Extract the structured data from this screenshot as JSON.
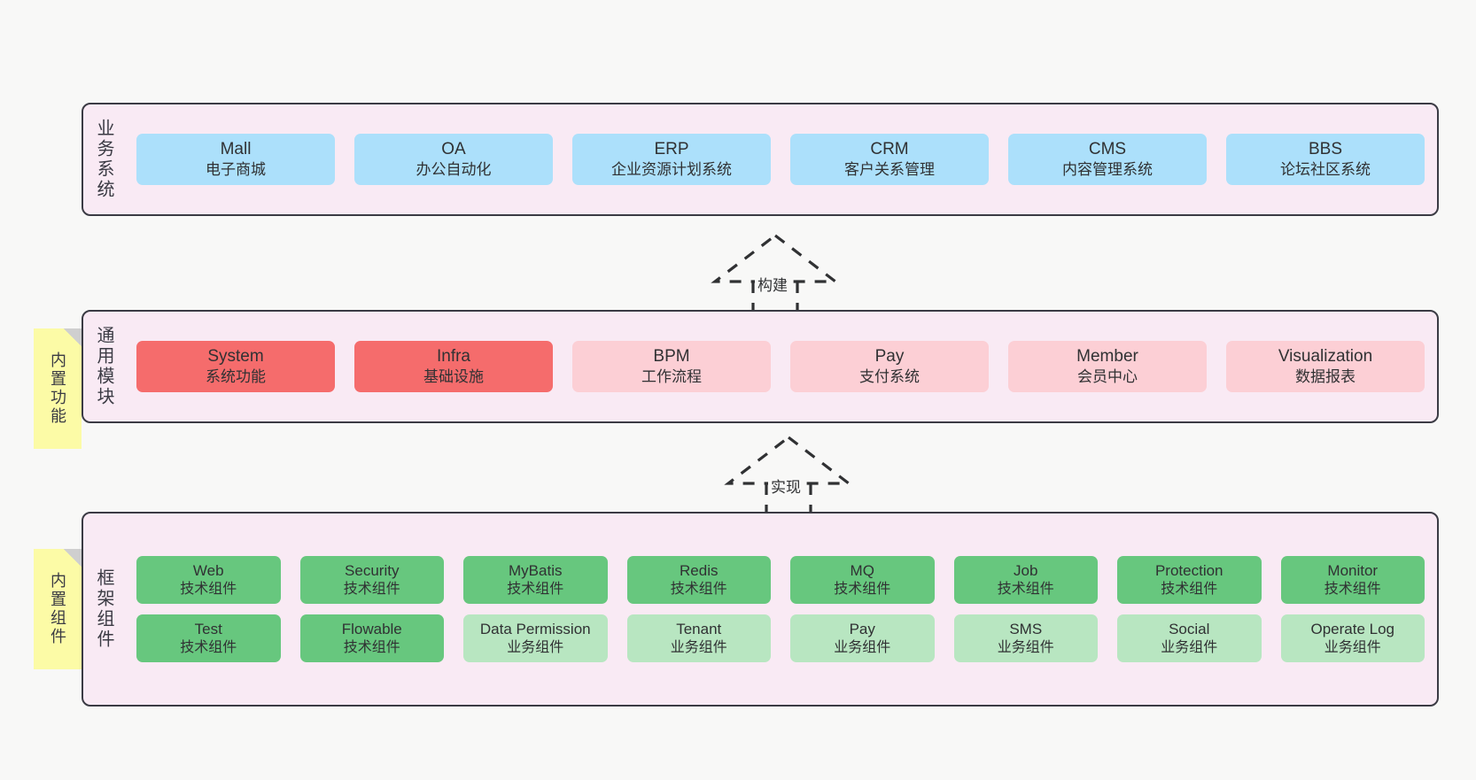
{
  "diagram": {
    "background_color": "#f8f8f7",
    "panel_color": "#f9eaf4",
    "panel_border_color": "#3b3b44",
    "note_color": "#fcfba6"
  },
  "layers": [
    {
      "id": "business-systems",
      "title": "业务系统",
      "note": null,
      "rows": [
        {
          "style": "blue",
          "color": "#ace0fb",
          "cards": [
            {
              "en": "Mall",
              "cn": "电子商城"
            },
            {
              "en": "OA",
              "cn": "办公自动化"
            },
            {
              "en": "ERP",
              "cn": "企业资源计划系统"
            },
            {
              "en": "CRM",
              "cn": "客户关系管理"
            },
            {
              "en": "CMS",
              "cn": "内容管理系统"
            },
            {
              "en": "BBS",
              "cn": "论坛社区系统"
            }
          ]
        }
      ]
    },
    {
      "id": "common-modules",
      "title": "通用模块",
      "note": "内置功能",
      "rows": [
        {
          "style": "mixed",
          "cards": [
            {
              "en": "System",
              "cn": "系统功能",
              "color": "#f56c6c",
              "tone": "red"
            },
            {
              "en": "Infra",
              "cn": "基础设施",
              "color": "#f56c6c",
              "tone": "red"
            },
            {
              "en": "BPM",
              "cn": "工作流程",
              "color": "#fccfd5",
              "tone": "pink"
            },
            {
              "en": "Pay",
              "cn": "支付系统",
              "color": "#fccfd5",
              "tone": "pink"
            },
            {
              "en": "Member",
              "cn": "会员中心",
              "color": "#fccfd5",
              "tone": "pink"
            },
            {
              "en": "Visualization",
              "cn": "数据报表",
              "color": "#fccfd5",
              "tone": "pink"
            }
          ]
        }
      ]
    },
    {
      "id": "framework-components",
      "title": "框架组件",
      "note": "内置组件",
      "rows": [
        {
          "style": "green",
          "color": "#67c77e",
          "cards": [
            {
              "en": "Web",
              "cn": "技术组件"
            },
            {
              "en": "Security",
              "cn": "技术组件"
            },
            {
              "en": "MyBatis",
              "cn": "技术组件"
            },
            {
              "en": "Redis",
              "cn": "技术组件"
            },
            {
              "en": "MQ",
              "cn": "技术组件"
            },
            {
              "en": "Job",
              "cn": "技术组件"
            },
            {
              "en": "Protection",
              "cn": "技术组件"
            },
            {
              "en": "Monitor",
              "cn": "技术组件"
            }
          ]
        },
        {
          "style": "mixed-green",
          "cards": [
            {
              "en": "Test",
              "cn": "技术组件",
              "color": "#67c77e",
              "tone": "green"
            },
            {
              "en": "Flowable",
              "cn": "技术组件",
              "color": "#67c77e",
              "tone": "green"
            },
            {
              "en": "Data Permission",
              "cn": "业务组件",
              "color": "#b8e6c1",
              "tone": "green-light"
            },
            {
              "en": "Tenant",
              "cn": "业务组件",
              "color": "#b8e6c1",
              "tone": "green-light"
            },
            {
              "en": "Pay",
              "cn": "业务组件",
              "color": "#b8e6c1",
              "tone": "green-light"
            },
            {
              "en": "SMS",
              "cn": "业务组件",
              "color": "#b8e6c1",
              "tone": "green-light"
            },
            {
              "en": "Social",
              "cn": "业务组件",
              "color": "#b8e6c1",
              "tone": "green-light"
            },
            {
              "en": "Operate Log",
              "cn": "业务组件",
              "color": "#b8e6c1",
              "tone": "green-light"
            }
          ]
        }
      ]
    }
  ],
  "connectors": [
    {
      "id": "build",
      "label": "构建",
      "from": "common-modules",
      "to": "business-systems"
    },
    {
      "id": "implement",
      "label": "实现",
      "from": "framework-components",
      "to": "common-modules"
    }
  ]
}
